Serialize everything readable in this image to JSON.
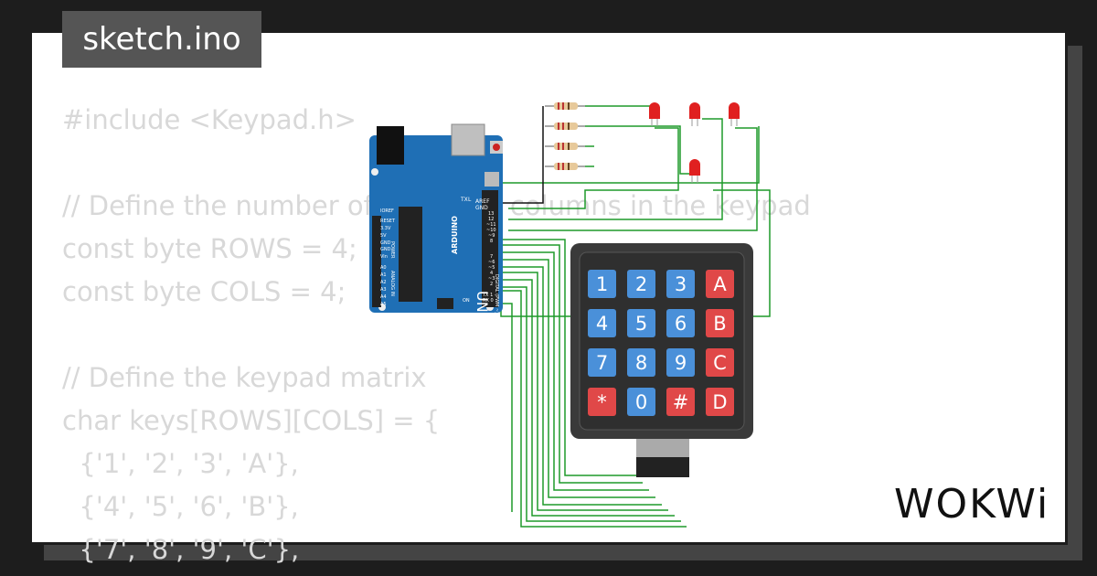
{
  "header": {
    "title": "sketch.ino"
  },
  "code_lines": [
    "#include <Keypad.h>",
    "",
    "// Define the number of rows and columns in the keypad",
    "const byte ROWS = 4;",
    "const byte COLS = 4;",
    "",
    "// Define the keypad matrix",
    "char keys[ROWS][COLS] = {",
    "  {'1', '2', '3', 'A'},",
    "  {'4', '5', '6', 'B'},",
    "  {'7', '8', '9', 'C'},"
  ],
  "board": {
    "brand": "ARDUINO",
    "model": "UNO",
    "labels": {
      "aref": "AREF",
      "gnd": "GND",
      "ioref": "IOREF",
      "reset": "RESET",
      "v33": "3.3V",
      "v5": "5V",
      "gnd2": "GND",
      "gnd3": "GND",
      "vin": "Vin",
      "power": "POWER",
      "analog": "ANALOG IN",
      "digital": "DIGITAL (PWM ~)",
      "tx": "TX",
      "rx": "RX",
      "l": "L",
      "on": "ON",
      "d13": "13",
      "d12": "12",
      "d11": "~11",
      "d10": "~10",
      "d9": "~9",
      "d8": "8",
      "d7": "7",
      "d6": "~6",
      "d5": "~5",
      "d4": "4",
      "d3": "~3",
      "d2": "2",
      "d1": "TX 1",
      "d0": "RX 0",
      "a0": "A0",
      "a1": "A1",
      "a2": "A2",
      "a3": "A3",
      "a4": "A4",
      "a5": "A5"
    }
  },
  "keypad": {
    "keys": [
      [
        "1",
        "2",
        "3",
        "A"
      ],
      [
        "4",
        "5",
        "6",
        "B"
      ],
      [
        "7",
        "8",
        "9",
        "C"
      ],
      [
        "*",
        "0",
        "#",
        "D"
      ]
    ]
  },
  "footer": {
    "brand": "WOKWi"
  },
  "colors": {
    "wire": "#1f9a2a",
    "board": "#1f6fb5",
    "key_blue": "#4a90d9",
    "key_red": "#e04848",
    "led": "#e02020"
  }
}
